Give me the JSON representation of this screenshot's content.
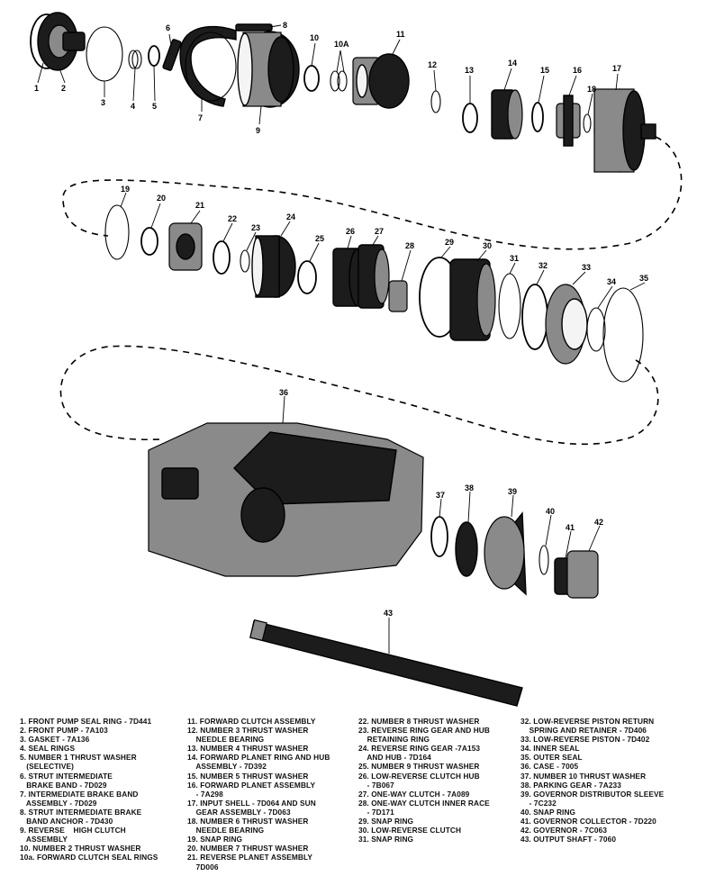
{
  "callouts": {
    "c1": "1",
    "c2": "2",
    "c3": "3",
    "c4": "4",
    "c5": "5",
    "c6": "6",
    "c7": "7",
    "c8": "8",
    "c9": "9",
    "c10": "10",
    "c10a": "10A",
    "c11": "11",
    "c12": "12",
    "c13": "13",
    "c14": "14",
    "c15": "15",
    "c16": "16",
    "c17": "17",
    "c18": "18",
    "c19": "19",
    "c20": "20",
    "c21": "21",
    "c22": "22",
    "c23": "23",
    "c24": "24",
    "c25": "25",
    "c26": "26",
    "c27": "27",
    "c28": "28",
    "c29": "29",
    "c30": "30",
    "c31": "31",
    "c32": "32",
    "c33": "33",
    "c34": "34",
    "c35": "35",
    "c36": "36",
    "c37": "37",
    "c38": "38",
    "c39": "39",
    "c40": "40",
    "c41": "41",
    "c42": "42",
    "c43": "43"
  },
  "legend": {
    "col1": [
      "1. FRONT PUMP SEAL RING - 7D441",
      "2. FRONT PUMP - 7A103",
      "3. GASKET - 7A136",
      "4. SEAL RINGS",
      "5. NUMBER 1 THRUST WASHER",
      "   (SELECTIVE)",
      "6. STRUT INTERMEDIATE",
      "   BRAKE BAND - 7D029",
      "7. INTERMEDIATE BRAKE BAND",
      "   ASSEMBLY - 7D029",
      "8. STRUT INTERMEDIATE BRAKE",
      "   BAND ANCHOR - 7D430",
      "9. REVERSE    HIGH CLUTCH",
      "   ASSEMBLY",
      "10. NUMBER 2 THRUST WASHER",
      "10a. FORWARD CLUTCH SEAL RINGS"
    ],
    "col2": [
      "11. FORWARD CLUTCH ASSEMBLY",
      "12. NUMBER 3 THRUST WASHER",
      "    NEEDLE BEARING",
      "13. NUMBER 4 THRUST WASHER",
      "14. FORWARD PLANET RING AND HUB",
      "    ASSEMBLY - 7D392",
      "15. NUMBER 5 THRUST WASHER",
      "16. FORWARD PLANET ASSEMBLY",
      "    - 7A298",
      "17. INPUT SHELL - 7D064 AND SUN",
      "    GEAR ASSEMBLY - 7D063",
      "18. NUMBER 6 THRUST WASHER",
      "    NEEDLE BEARING",
      "19. SNAP RING",
      "20. NUMBER 7 THRUST WASHER",
      "21. REVERSE PLANET ASSEMBLY",
      "    7D006"
    ],
    "col3": [
      "22. NUMBER 8 THRUST WASHER",
      "23. REVERSE RING GEAR AND HUB",
      "    RETAINING RING",
      "24. REVERSE RING GEAR -7A153",
      "    AND HUB - 7D164",
      "25. NUMBER 9 THRUST WASHER",
      "26. LOW-REVERSE CLUTCH HUB",
      "    - 7B067",
      "27. ONE-WAY CLUTCH - 7A089",
      "28. ONE-WAY CLUTCH INNER RACE",
      "    - 7D171",
      "29. SNAP RING",
      "30. LOW-REVERSE CLUTCH",
      "31. SNAP RING"
    ],
    "col4": [
      "32. LOW-REVERSE PISTON RETURN",
      "    SPRING AND RETAINER - 7D406",
      "33. LOW-REVERSE PISTON - 7D402",
      "34. INNER SEAL",
      "35. OUTER SEAL",
      "36. CASE - 7005",
      "37. NUMBER 10 THRUST WASHER",
      "38. PARKING GEAR - 7A233",
      "39. GOVERNOR DISTRIBUTOR SLEEVE",
      "    - 7C232",
      "40. SNAP RING",
      "41. GOVERNOR COLLECTOR - 7D220",
      "42. GOVERNOR - 7C063",
      "43. OUTPUT SHAFT - 7060"
    ]
  }
}
